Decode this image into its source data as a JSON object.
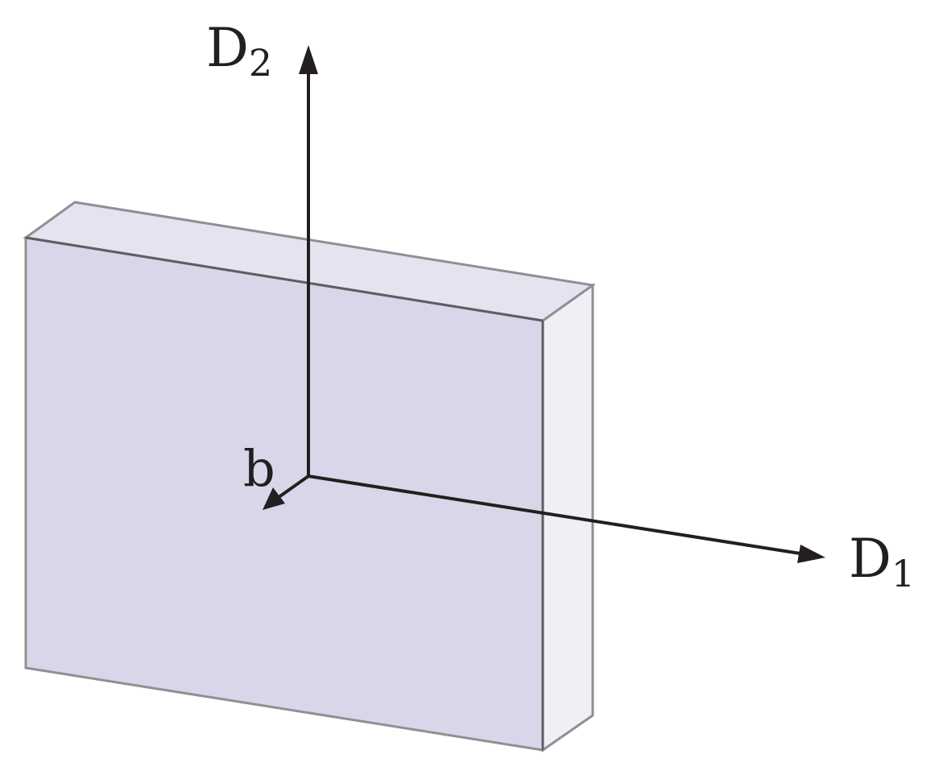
{
  "labels": {
    "axis_d2": {
      "base": "D",
      "sub": "2"
    },
    "axis_d1": {
      "base": "D",
      "sub": "1"
    },
    "axis_b": "b"
  },
  "colors": {
    "front_face": "#d8d7ea",
    "top_face": "#e4e4f1",
    "side_face": "#efeff6",
    "edge": "#8f8f94",
    "edge_dark": "#5e5e62",
    "axis": "#231f20"
  }
}
